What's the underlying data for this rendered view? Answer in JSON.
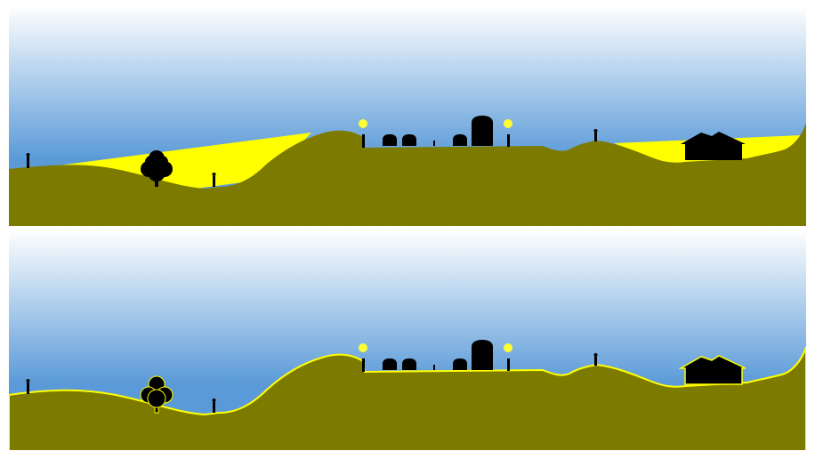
{
  "panels": [
    {
      "id": "top",
      "variant": "lit-background-areas"
    },
    {
      "id": "bottom",
      "variant": "lit-ridge-outline"
    }
  ],
  "colors": {
    "sky_top": "#ffffff",
    "sky_bottom": "#5a9ad8",
    "ground": "#7d7a00",
    "highlight": "#ffff00",
    "silhouette": "#000000",
    "lamp": "#ffff33"
  },
  "objects": [
    {
      "name": "standing-figure",
      "count": 4
    },
    {
      "name": "tree",
      "count": 1
    },
    {
      "name": "street-lamp",
      "count": 2
    },
    {
      "name": "car",
      "count": 3
    },
    {
      "name": "bus",
      "count": 1
    },
    {
      "name": "barn-house",
      "count": 1
    }
  ]
}
